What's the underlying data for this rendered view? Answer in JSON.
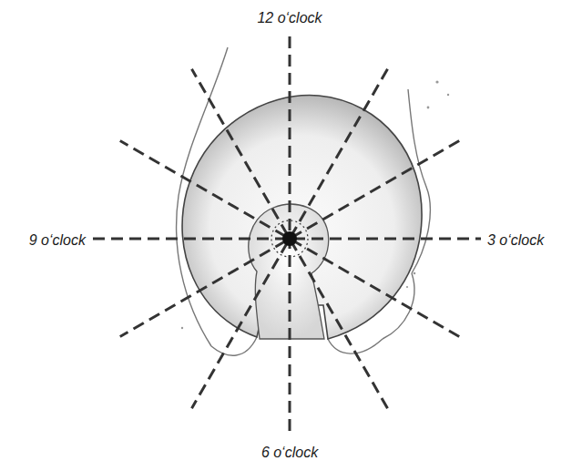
{
  "diagram": {
    "labels": [
      "12 o‘clock",
      "9 o‘clock",
      "3 o‘clock",
      "6 o‘clock"
    ]
  }
}
